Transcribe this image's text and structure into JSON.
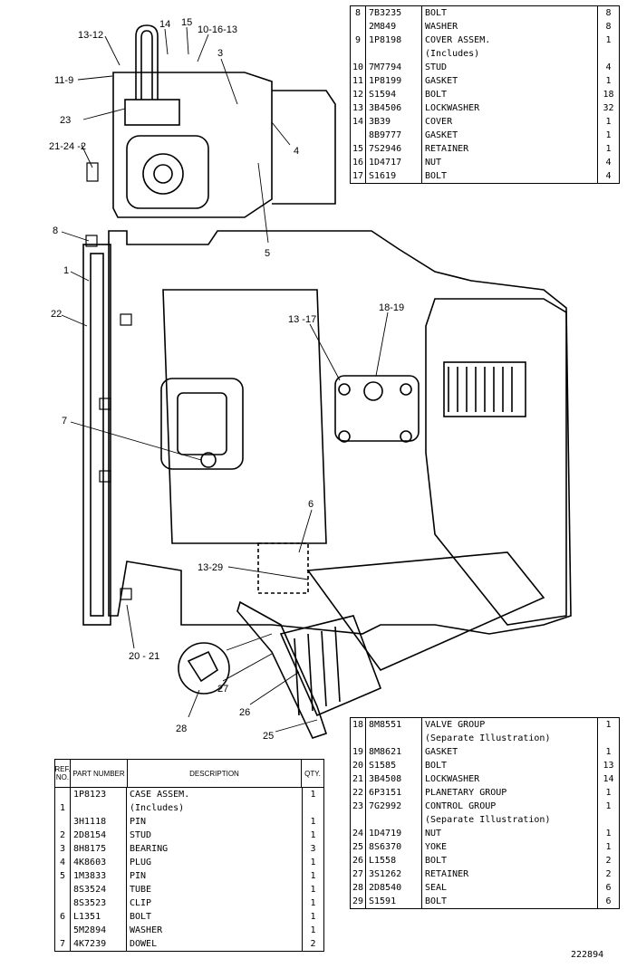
{
  "callouts": {
    "c13_12": "13-12",
    "c14": "14",
    "c15": "15",
    "c10_16_13": "10-16-13",
    "c11_9": "11-9",
    "c3": "3",
    "c23": "23",
    "c4": "4",
    "c21_24_2": "21-24 -2",
    "c5": "5",
    "c8": "8",
    "c1": "1",
    "c22": "22",
    "c13_17": "13 -17",
    "c18_19": "18-19",
    "c7": "7",
    "c6": "6",
    "c13_29": "13-29",
    "c20_21": "20 - 21",
    "c27": "27",
    "c26": "26",
    "c25": "25",
    "c28": "28"
  },
  "table_top": {
    "rows": [
      {
        "ref": "8",
        "part": "7B3235",
        "desc": "BOLT",
        "qty": "8"
      },
      {
        "ref": "",
        "part": "2M849",
        "desc": "WASHER",
        "qty": "8"
      },
      {
        "ref": "9",
        "part": "1P8198",
        "desc": "COVER ASSEM.",
        "qty": "1"
      },
      {
        "ref": "",
        "part": "",
        "desc": "(Includes)",
        "qty": ""
      },
      {
        "ref": "10",
        "part": "7M7794",
        "desc": "STUD",
        "qty": "4"
      },
      {
        "ref": "11",
        "part": "1P8199",
        "desc": "GASKET",
        "qty": "1"
      },
      {
        "ref": "12",
        "part": "S1594",
        "desc": "BOLT",
        "qty": "18"
      },
      {
        "ref": "13",
        "part": "3B4506",
        "desc": "LOCKWASHER",
        "qty": "32"
      },
      {
        "ref": "14",
        "part": "3B39",
        "desc": "COVER",
        "qty": "1"
      },
      {
        "ref": "",
        "part": "8B9777",
        "desc": "GASKET",
        "qty": "1"
      },
      {
        "ref": "15",
        "part": "7S2946",
        "desc": "RETAINER",
        "qty": "1"
      },
      {
        "ref": "16",
        "part": "1D4717",
        "desc": "NUT",
        "qty": "4"
      },
      {
        "ref": "17",
        "part": "S1619",
        "desc": "BOLT",
        "qty": "4"
      }
    ]
  },
  "table_bottom": {
    "rows": [
      {
        "ref": "18",
        "part": "8M8551",
        "desc": "VALVE GROUP",
        "qty": "1"
      },
      {
        "ref": "",
        "part": "",
        "desc": "(Separate Illustration)",
        "qty": ""
      },
      {
        "ref": "19",
        "part": "8M8621",
        "desc": "GASKET",
        "qty": "1"
      },
      {
        "ref": "20",
        "part": "S1585",
        "desc": "BOLT",
        "qty": "13"
      },
      {
        "ref": "21",
        "part": "3B4508",
        "desc": "LOCKWASHER",
        "qty": "14"
      },
      {
        "ref": "22",
        "part": "6P3151",
        "desc": "PLANETARY GROUP",
        "qty": "1"
      },
      {
        "ref": "23",
        "part": "7G2992",
        "desc": "CONTROL GROUP",
        "qty": "1"
      },
      {
        "ref": "",
        "part": "",
        "desc": "(Separate Illustration)",
        "qty": ""
      },
      {
        "ref": "24",
        "part": "1D4719",
        "desc": "NUT",
        "qty": "1"
      },
      {
        "ref": "25",
        "part": "8S6370",
        "desc": "YOKE",
        "qty": "1"
      },
      {
        "ref": "26",
        "part": "L1558",
        "desc": "BOLT",
        "qty": "2"
      },
      {
        "ref": "27",
        "part": "3S1262",
        "desc": "RETAINER",
        "qty": "2"
      },
      {
        "ref": "28",
        "part": "2D8540",
        "desc": "SEAL",
        "qty": "6"
      },
      {
        "ref": "29",
        "part": "S1591",
        "desc": "BOLT",
        "qty": "6"
      }
    ]
  },
  "table_left": {
    "headers": {
      "ref": "REF. NO.",
      "part": "PART NUMBER",
      "desc": "DESCRIPTION",
      "qty": "QTY."
    },
    "rows": [
      {
        "ref": "",
        "part": "1P8123",
        "desc": "CASE ASSEM.",
        "qty": "1"
      },
      {
        "ref": "1",
        "part": "",
        "desc": "(Includes)",
        "qty": ""
      },
      {
        "ref": "",
        "part": "3H1118",
        "desc": "PIN",
        "qty": "1"
      },
      {
        "ref": "2",
        "part": "2D8154",
        "desc": "STUD",
        "qty": "1"
      },
      {
        "ref": "3",
        "part": "8H8175",
        "desc": "BEARING",
        "qty": "3"
      },
      {
        "ref": "4",
        "part": "4K8603",
        "desc": "PLUG",
        "qty": "1"
      },
      {
        "ref": "5",
        "part": "1M3833",
        "desc": "PIN",
        "qty": "1"
      },
      {
        "ref": "",
        "part": "8S3524",
        "desc": "TUBE",
        "qty": "1"
      },
      {
        "ref": "",
        "part": "8S3523",
        "desc": "CLIP",
        "qty": "1"
      },
      {
        "ref": "6",
        "part": "L1351",
        "desc": "BOLT",
        "qty": "1"
      },
      {
        "ref": "",
        "part": "5M2894",
        "desc": "WASHER",
        "qty": "1"
      },
      {
        "ref": "7",
        "part": "4K7239",
        "desc": "DOWEL",
        "qty": "2"
      }
    ]
  },
  "illustration_number": "222894"
}
